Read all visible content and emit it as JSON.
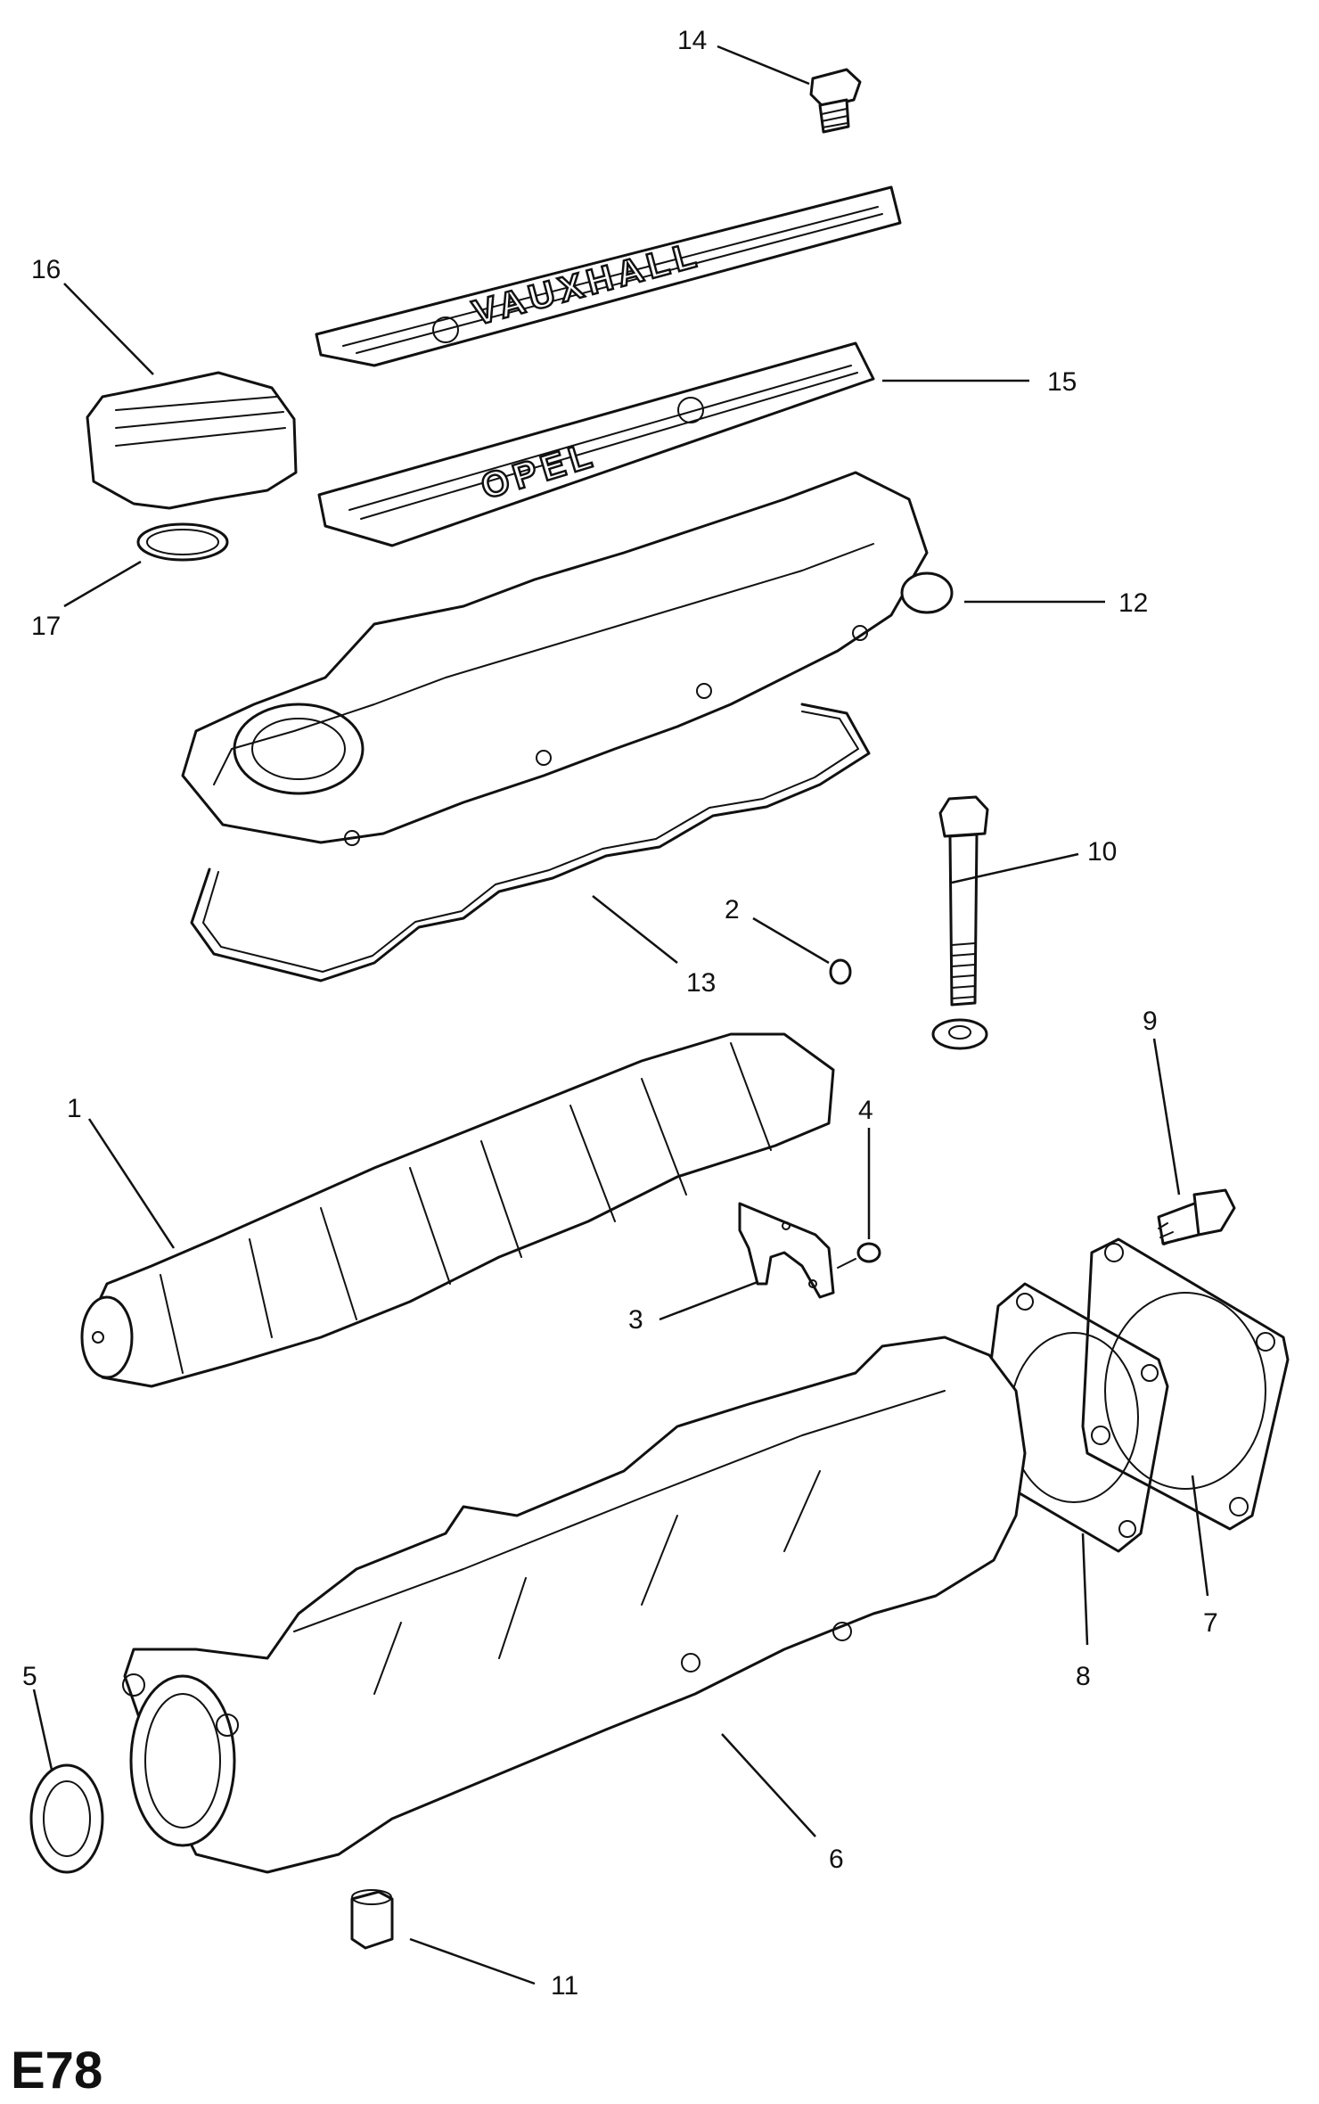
{
  "page_code": "E78",
  "cover_text": {
    "upper": "VAUXHALL",
    "lower": "OPEL"
  },
  "callouts": {
    "c1": "1",
    "c2": "2",
    "c3": "3",
    "c4": "4",
    "c5": "5",
    "c6": "6",
    "c7": "7",
    "c8": "8",
    "c9": "9",
    "c10": "10",
    "c11": "11",
    "c12": "12",
    "c13": "13",
    "c14": "14",
    "c15": "15",
    "c16": "16",
    "c17": "17"
  }
}
